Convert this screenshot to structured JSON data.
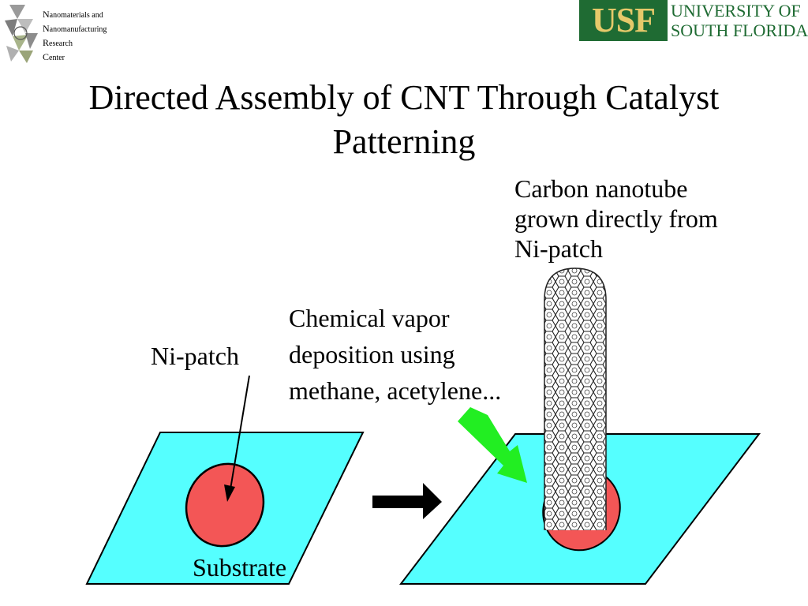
{
  "header": {
    "left_logo": {
      "lines": [
        {
          "cap": "N",
          "rest": "anomaterials and"
        },
        {
          "cap": "N",
          "rest": "anomanufacturing"
        },
        {
          "cap": "R",
          "rest": "esearch"
        },
        {
          "cap": "C",
          "rest": "enter"
        }
      ]
    },
    "right_logo": {
      "mark": "USF",
      "name_line1": "UNIVERSITY OF",
      "name_line2": "SOUTH FLORIDA",
      "green": "#1f6b33",
      "gold": "#e6c96a"
    }
  },
  "slide": {
    "title_line1": "Directed Assembly of CNT Through Catalyst",
    "title_line2": "Patterning"
  },
  "diagram": {
    "labels": {
      "ni_patch": "Ni-patch",
      "substrate": "Substrate",
      "cvd_line1": "Chemical vapor",
      "cvd_line2": "deposition using",
      "cvd_line3": "methane, acetylene...",
      "cnt_line1": "Carbon nanotube",
      "cnt_line2": "grown directly from",
      "cnt_line3": "Ni-patch"
    },
    "colors": {
      "substrate": "#55ffff",
      "ni_patch": "#f35656",
      "process_arrow": "#000000",
      "gas_arrow": "#22ee22"
    },
    "icons": [
      "process-arrow-icon",
      "gas-flow-arrow-icon",
      "nanotube-icon"
    ]
  }
}
